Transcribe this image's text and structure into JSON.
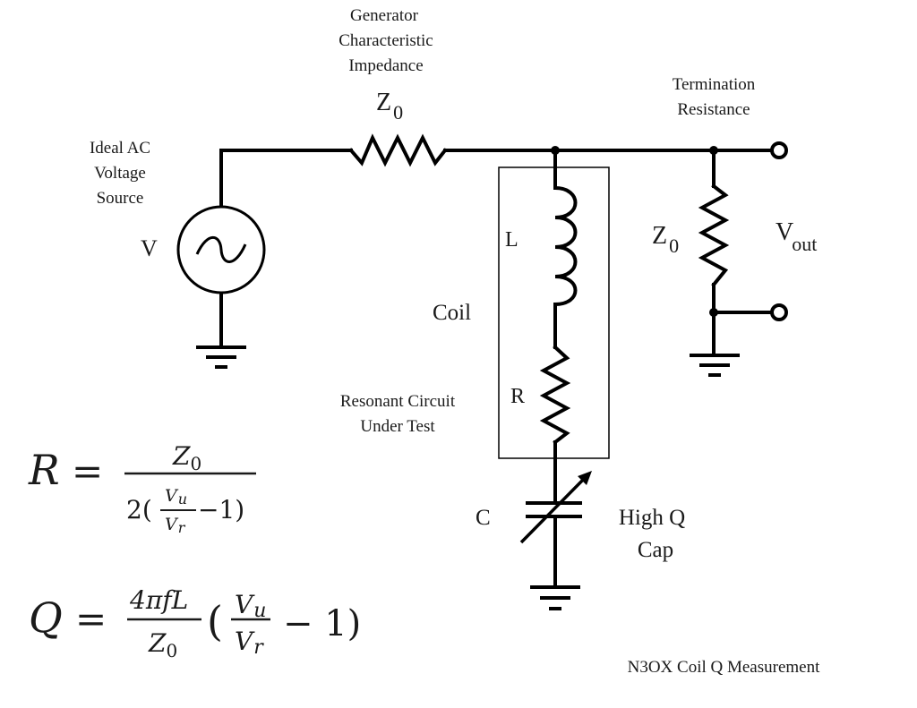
{
  "labels": {
    "generator_line1": "Generator",
    "generator_line2": "Characteristic",
    "generator_line3": "Impedance",
    "z0_series": "Z",
    "z0_series_sub": "0",
    "source_line1": "Ideal AC",
    "source_line2": "Voltage",
    "source_line3": "Source",
    "source_symbol": "V",
    "termination_line1": "Termination",
    "termination_line2": "Resistance",
    "z0_term": "Z",
    "z0_term_sub": "0",
    "vout": "V",
    "vout_sub": "out",
    "inductor": "L",
    "coil": "Coil",
    "resistor": "R",
    "resonant_line1": "Resonant Circuit",
    "resonant_line2": "Under Test",
    "capacitor": "C",
    "highq_line1": "High Q",
    "highq_line2": "Cap",
    "footer": "N3OX Coil Q Measurement"
  },
  "components": [
    {
      "id": "source",
      "type": "ac-voltage-source",
      "name": "V"
    },
    {
      "id": "z0_gen",
      "type": "resistor",
      "name": "Z0"
    },
    {
      "id": "L",
      "type": "inductor",
      "name": "L"
    },
    {
      "id": "R",
      "type": "resistor",
      "name": "R"
    },
    {
      "id": "C",
      "type": "variable-capacitor",
      "name": "C"
    },
    {
      "id": "z0_term",
      "type": "resistor",
      "name": "Z0"
    }
  ],
  "equations": {
    "r": {
      "lhs": "R",
      "eq": "=",
      "num": "Z",
      "num_sub": "0",
      "den_prefix": "2(",
      "frac_num": "V",
      "frac_num_sub": "u",
      "frac_den": "V",
      "frac_den_sub": "r",
      "den_suffix": "−1)"
    },
    "q": {
      "lhs": "Q",
      "eq": "=",
      "num": "4πfL",
      "den": "Z",
      "den_sub": "0",
      "open": "(",
      "frac_num": "V",
      "frac_num_sub": "u",
      "frac_den": "V",
      "frac_den_sub": "r",
      "tail": "− 1)"
    }
  }
}
